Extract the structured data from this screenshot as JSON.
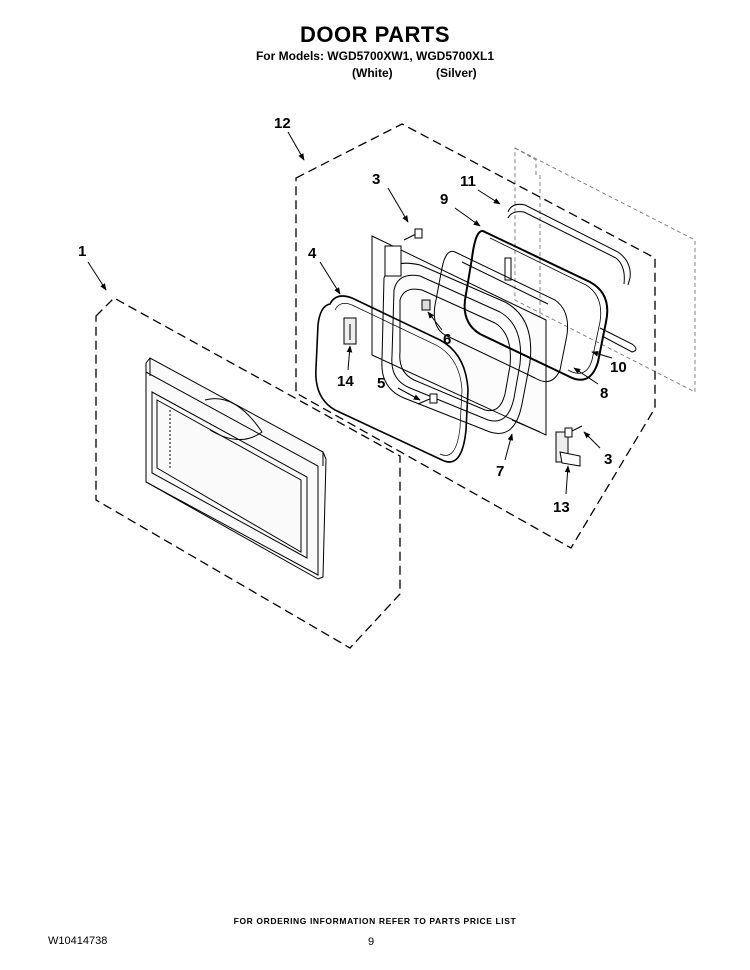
{
  "header": {
    "title": "DOOR PARTS",
    "models_line": "For Models: WGD5700XW1, WGD5700XL1",
    "variant_white": "(White)",
    "variant_silver": "(Silver)"
  },
  "callouts": [
    "1",
    "3",
    "3",
    "4",
    "5",
    "6",
    "7",
    "8",
    "9",
    "10",
    "11",
    "12",
    "13",
    "14"
  ],
  "footer": {
    "ordering_note": "FOR ORDERING INFORMATION REFER TO PARTS PRICE LIST",
    "doc_number": "W10414738",
    "page_number": "9"
  }
}
